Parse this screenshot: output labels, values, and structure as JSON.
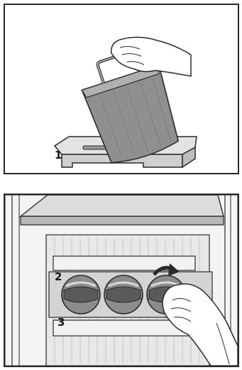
{
  "panels": [
    {
      "illustration": "pitcher-pouring-water-into-ice-tray-icon",
      "steps": [
        {
          "label": "1"
        }
      ]
    },
    {
      "illustration": "hand-turning-ice-maker-knobs-icon",
      "steps": [
        {
          "label": "2"
        },
        {
          "label": "3"
        }
      ]
    }
  ],
  "colors": {
    "line": "#2a2a2a",
    "light_gray": "#d9d9d9",
    "mid_gray": "#9a9a9a",
    "dark_gray": "#5a5a5a",
    "background": "#ffffff"
  }
}
